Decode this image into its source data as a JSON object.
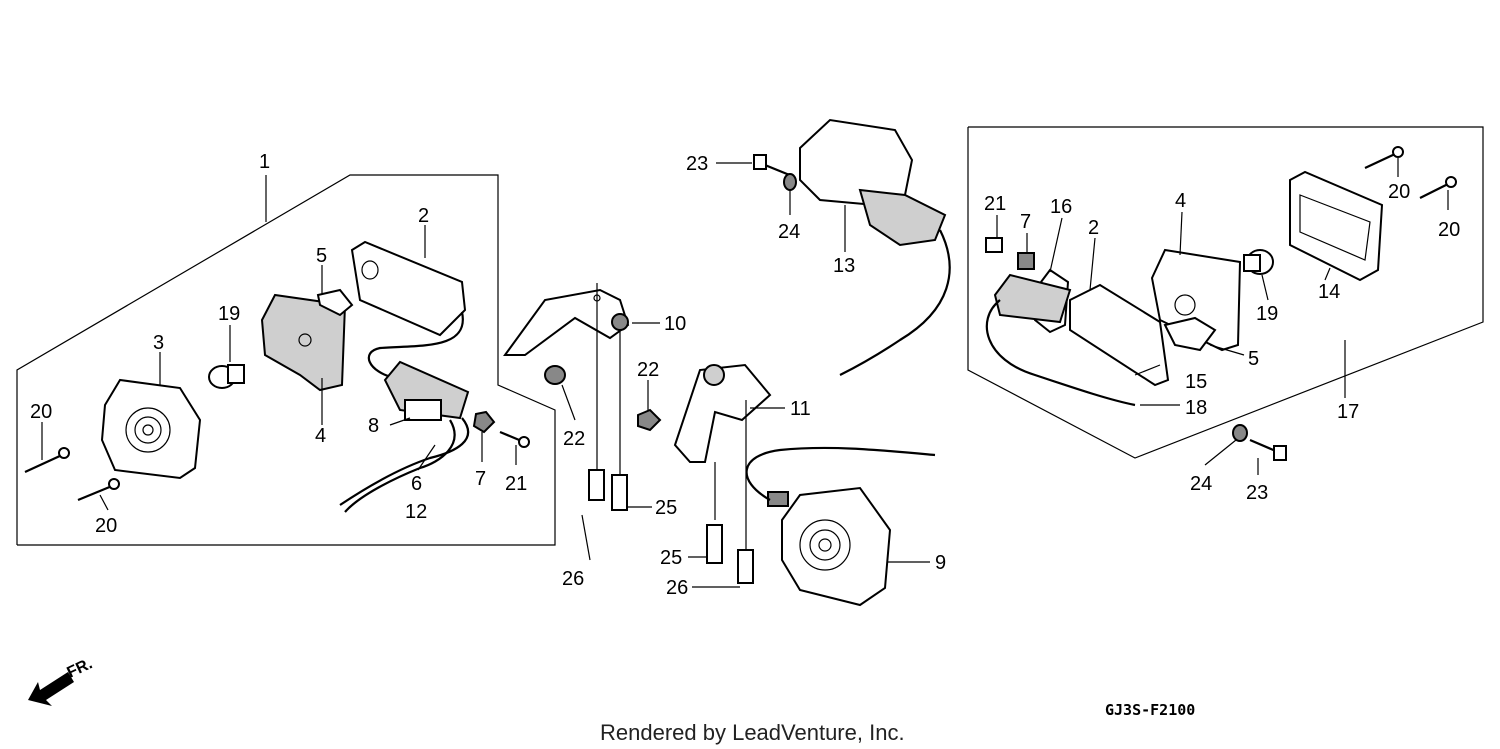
{
  "diagram": {
    "callouts": [
      {
        "id": "c1",
        "text": "1"
      },
      {
        "id": "c2a",
        "text": "2"
      },
      {
        "id": "c3",
        "text": "3"
      },
      {
        "id": "c4a",
        "text": "4"
      },
      {
        "id": "c5a",
        "text": "5"
      },
      {
        "id": "c6",
        "text": "6"
      },
      {
        "id": "c7a",
        "text": "7"
      },
      {
        "id": "c8",
        "text": "8"
      },
      {
        "id": "c12",
        "text": "12"
      },
      {
        "id": "c19a",
        "text": "19"
      },
      {
        "id": "c20a",
        "text": "20"
      },
      {
        "id": "c20b",
        "text": "20"
      },
      {
        "id": "c21a",
        "text": "21"
      },
      {
        "id": "c22a",
        "text": "22"
      },
      {
        "id": "c22b",
        "text": "22"
      },
      {
        "id": "c10",
        "text": "10"
      },
      {
        "id": "c25a",
        "text": "25"
      },
      {
        "id": "c26a",
        "text": "26"
      },
      {
        "id": "c11",
        "text": "11"
      },
      {
        "id": "c25b",
        "text": "25"
      },
      {
        "id": "c26b",
        "text": "26"
      },
      {
        "id": "c9",
        "text": "9"
      },
      {
        "id": "c23a",
        "text": "23"
      },
      {
        "id": "c24a",
        "text": "24"
      },
      {
        "id": "c13",
        "text": "13"
      },
      {
        "id": "c21b",
        "text": "21"
      },
      {
        "id": "c7b",
        "text": "7"
      },
      {
        "id": "c16",
        "text": "16"
      },
      {
        "id": "c2b",
        "text": "2"
      },
      {
        "id": "c4b",
        "text": "4"
      },
      {
        "id": "c19b",
        "text": "19"
      },
      {
        "id": "c14",
        "text": "14"
      },
      {
        "id": "c20c",
        "text": "20"
      },
      {
        "id": "c20d",
        "text": "20"
      },
      {
        "id": "c5b",
        "text": "5"
      },
      {
        "id": "c15",
        "text": "15"
      },
      {
        "id": "c18",
        "text": "18"
      },
      {
        "id": "c17",
        "text": "17"
      },
      {
        "id": "c24b",
        "text": "24"
      },
      {
        "id": "c23b",
        "text": "23"
      }
    ],
    "direction_label": "FR.",
    "diagram_code": "GJ3S-F2100"
  },
  "footer": {
    "text": "Rendered by LeadVenture, Inc."
  }
}
